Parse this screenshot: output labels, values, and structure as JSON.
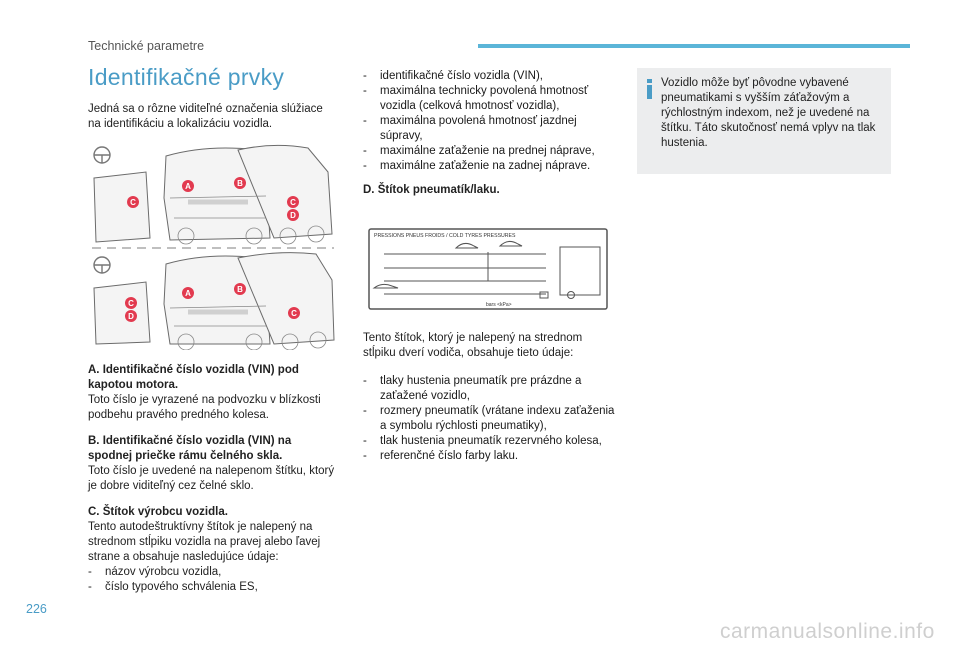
{
  "header": {
    "section": "Technické parametre"
  },
  "title": "Identifikačné prvky",
  "intro": "Jedná sa o rôzne viditeľné označenia slúžiace na identifikáciu a lokalizáciu vozidla.",
  "diagram_labels": {
    "a": "A",
    "b": "B",
    "c": "C",
    "d": "D"
  },
  "item_a": {
    "heading": "A. Identifikačné číslo vozidla (VIN) pod kapotou motora.",
    "text": "Toto číslo je vyrazené na podvozku v blízkosti podbehu pravého predného kolesa."
  },
  "item_b": {
    "heading": "B. Identifikačné číslo vozidla (VIN) na spodnej priečke rámu čelného skla.",
    "text": "Toto číslo je uvedené na nalepenom štítku, ktorý je dobre viditeľný cez čelné sklo."
  },
  "item_c": {
    "heading": "C. Štítok výrobcu vozidla.",
    "text": "Tento autodeštruktívny štítok je nalepený na strednom stĺpiku vozidla na pravej alebo ľavej strane a obsahuje nasledujúce údaje:",
    "list": [
      "názov výrobcu vozidla,",
      "číslo typového schválenia ES,"
    ]
  },
  "col2_list": [
    "identifikačné číslo vozidla (VIN),",
    "maximálna technicky povolená hmotnosť vozidla (celková hmotnosť vozidla),",
    "maximálna povolená hmotnosť jazdnej súpravy,",
    "maximálne zaťaženie na prednej náprave,",
    "maximálne zaťaženie na zadnej náprave."
  ],
  "item_d": {
    "heading": "D. Štítok pneumatík/laku.",
    "text": "Tento štítok, ktorý je nalepený na strednom stĺpiku dverí vodiča, obsahuje tieto údaje:",
    "list": [
      "tlaky hustenia pneumatík pre prázdne a zaťažené vozidlo,",
      "rozmery pneumatík (vrátane indexu zaťaženia a symbolu rýchlosti pneumatiky),",
      "tlak hustenia pneumatík rezervného kolesa,",
      "referenčné číslo farby laku."
    ]
  },
  "tyre_label": {
    "top": "PRESSIONS PNEUS FROIDS / COLD TYRES PRESSURES",
    "bottom": "bars  <kPa>"
  },
  "info": {
    "text": "Vozidlo môže byť pôvodne vybavené pneumatikami s vyšším záťažovým a rýchlostným indexom, než je uvedené na štítku. Táto skutočnosť nemá vplyv na tlak hustenia."
  },
  "page_number": "226",
  "watermark": "carmanualsonline.info",
  "colors": {
    "accent": "#4a9cc6",
    "marker": "#e23a4f",
    "bar": "#5bb5d8"
  }
}
